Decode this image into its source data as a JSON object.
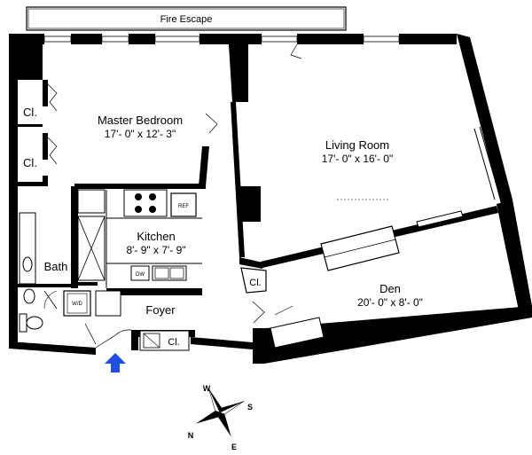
{
  "colors": {
    "wall": "#000000",
    "entry_arrow": "#1f4fe0",
    "background": "#ffffff"
  },
  "exterior": {
    "fire_escape": "Fire Escape"
  },
  "rooms": {
    "master_bedroom": {
      "name": "Master Bedroom",
      "dims": "17'- 0\" x 12'- 3\""
    },
    "living_room": {
      "name": "Living Room",
      "dims": "17'- 0\" x 16'- 0\""
    },
    "kitchen": {
      "name": "Kitchen",
      "dims": "8'- 9\" x 7'- 9\""
    },
    "den": {
      "name": "Den",
      "dims": "20'- 0\" x 8'- 0\""
    },
    "bath": {
      "name": "Bath"
    },
    "foyer": {
      "name": "Foyer"
    },
    "closets": [
      "Cl.",
      "Cl.",
      "Cl.",
      "Cl."
    ]
  },
  "appliances": {
    "refrigerator": "REF",
    "dishwasher": "DW",
    "washer_dryer": "W/D"
  },
  "compass": {
    "west": "W",
    "south": "S",
    "north": "N",
    "east": "E"
  },
  "icons": [
    "entry-arrow-icon",
    "compass-rose-icon",
    "stove-burner-icon",
    "sink-icon",
    "toilet-icon"
  ]
}
